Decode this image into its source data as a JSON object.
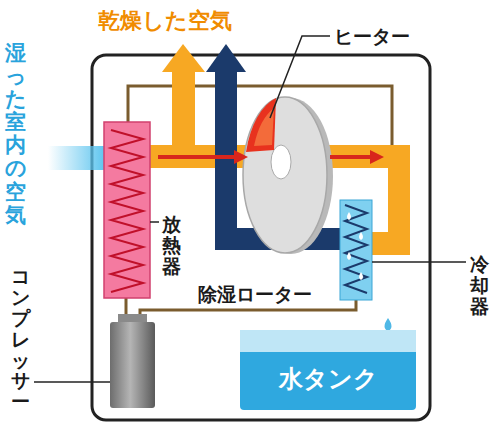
{
  "diagram": {
    "nodes": [
      {
        "text": [
          "水タンク"
        ]
      }
    ],
    "labels": [
      "乾燥した空気",
      "湿った室内の空気",
      "ヒーター",
      "放熱器",
      "除湿ローター",
      "コンプレッサー",
      "冷却器"
    ]
  }
}
